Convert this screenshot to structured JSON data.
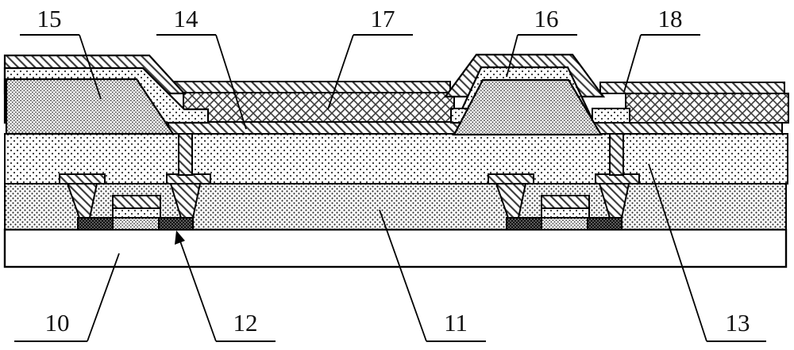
{
  "figure": {
    "labels": {
      "n15": "15",
      "n14": "14",
      "n17": "17",
      "n16": "16",
      "n18": "18",
      "n10": "10",
      "n12": "12",
      "n11": "11",
      "n13": "13"
    },
    "colors": {
      "ink": "#000000",
      "paper": "#ffffff"
    }
  }
}
